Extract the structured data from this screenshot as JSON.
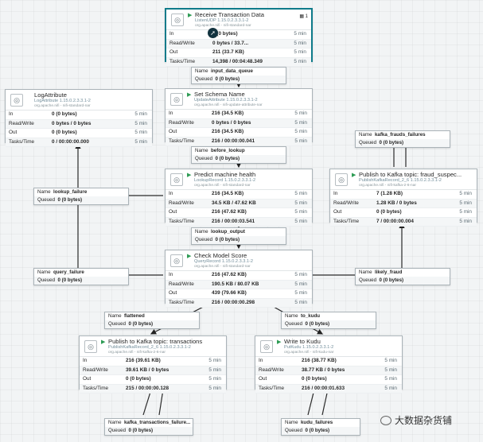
{
  "processors": {
    "receive": {
      "name": "Receive Transaction Data",
      "type": "ListenUDP 1.15.0.2.3.3.1-2",
      "bundle": "org.apache.nifi - nifi-standard-nar",
      "count": "1",
      "in": "0 (0 bytes)",
      "in_time": "5 min",
      "rw": "0 bytes / 33.7...",
      "rw_time": "5 min",
      "out": "211 (33.7 KB)",
      "out_time": "5 min",
      "tasks": "14,398 / 00:04:48.349",
      "tasks_time": "5 min"
    },
    "logattr": {
      "name": "LogAttribute",
      "type": "LogAttribute 1.15.0.2.3.3.1-2",
      "bundle": "org.apache.nifi - nifi-standard-nar",
      "in": "0 (0 bytes)",
      "in_time": "5 min",
      "rw": "0 bytes / 0 bytes",
      "rw_time": "5 min",
      "out": "0 (0 bytes)",
      "out_time": "5 min",
      "tasks": "0 / 00:00:00.000",
      "tasks_time": "5 min"
    },
    "schema": {
      "name": "Set Schema Name",
      "type": "UpdateAttribute 1.15.0.2.3.3.1-2",
      "bundle": "org.apache.nifi - nifi-update-attribute-nar",
      "in": "216 (34.5 KB)",
      "in_time": "5 min",
      "rw": "0 bytes / 0 bytes",
      "rw_time": "5 min",
      "out": "216 (34.5 KB)",
      "out_time": "5 min",
      "tasks": "216 / 00:00:00.041",
      "tasks_time": "5 min"
    },
    "predict": {
      "name": "Predict machine health",
      "type": "LookupRecord 1.15.0.2.3.3.1-2",
      "bundle": "org.apache.nifi - nifi-standard-nar",
      "in": "216 (34.5 KB)",
      "in_time": "5 min",
      "rw": "34.5 KB / 47.62 KB",
      "rw_time": "5 min",
      "out": "216 (47.62 KB)",
      "out_time": "5 min",
      "tasks": "216 / 00:00:03.541",
      "tasks_time": "5 min"
    },
    "fraud": {
      "name": "Publish to Kafka topic: fraud_suspec...",
      "type": "PublishKafkaRecord_2_6 1.15.0.2.3.3.1-2",
      "bundle": "org.apache.nifi - nifi-kafka-2-6-nar",
      "in": "7 (1.28 KB)",
      "in_time": "5 min",
      "rw": "1.28 KB / 0 bytes",
      "rw_time": "5 min",
      "out": "0 (0 bytes)",
      "out_time": "5 min",
      "tasks": "7 / 00:00:00.004",
      "tasks_time": "5 min"
    },
    "check": {
      "name": "Check Model Score",
      "type": "QueryRecord 1.15.0.2.3.3.1-2",
      "bundle": "org.apache.nifi - nifi-standard-nar",
      "in": "216 (47.62 KB)",
      "in_time": "5 min",
      "rw": "190.5 KB / 80.07 KB",
      "rw_time": "5 min",
      "out": "439 (79.66 KB)",
      "out_time": "5 min",
      "tasks": "216 / 00:00:00.298",
      "tasks_time": "5 min"
    },
    "kafka_tx": {
      "name": "Publish to Kafka topic: transactions",
      "type": "PublishKafkaRecord_2_6 1.15.0.2.3.3.1-2",
      "bundle": "org.apache.nifi - nifi-kafka-2-6-nar",
      "in": "216 (39.61 KB)",
      "in_time": "5 min",
      "rw": "39.61 KB / 0 bytes",
      "rw_time": "5 min",
      "out": "0 (0 bytes)",
      "out_time": "5 min",
      "tasks": "215 / 00:00:00.128",
      "tasks_time": "5 min"
    },
    "kudu": {
      "name": "Write to Kudu",
      "type": "PutKudu 1.15.0.2.3.3.1-2",
      "bundle": "org.apache.nifi - nifi-kudu-nar",
      "in": "216 (38.77 KB)",
      "in_time": "5 min",
      "rw": "38.77 KB / 0 bytes",
      "rw_time": "5 min",
      "out": "0 (0 bytes)",
      "out_time": "5 min",
      "tasks": "216 / 00:00:01.633",
      "tasks_time": "5 min"
    }
  },
  "row_labels": {
    "in": "In",
    "rw": "Read/Write",
    "out": "Out",
    "tasks": "Tasks/Time"
  },
  "conn_labels": {
    "name": "Name",
    "queued": "Queued"
  },
  "connections": {
    "input_data_queue": {
      "name": "input_data_queue",
      "queued": "0 (0 bytes)"
    },
    "before_lookup": {
      "name": "before_lookup",
      "queued": "0 (0 bytes)"
    },
    "lookup_output": {
      "name": "lookup_output",
      "queued": "0 (0 bytes)"
    },
    "lookup_failure": {
      "name": "lookup_failure",
      "queued": "0 (0 bytes)"
    },
    "query_failure": {
      "name": "query_failure",
      "queued": "0 (0 bytes)"
    },
    "kafka_frauds_failures": {
      "name": "kafka_frauds_failures",
      "queued": "0 (0 bytes)"
    },
    "likely_fraud": {
      "name": "likely_fraud",
      "queued": "0 (0 bytes)"
    },
    "flattened": {
      "name": "flattened",
      "queued": "0 (0 bytes)"
    },
    "to_kudu": {
      "name": "to_kudu",
      "queued": "0 (0 bytes)"
    },
    "kafka_transactions_failure": {
      "name": "kafka_transactions_failure...",
      "queued": "0 (0 bytes)"
    },
    "kudu_failures": {
      "name": "kudu_failures",
      "queued": "0 (0 bytes)"
    }
  },
  "watermark": "大数据杂货铺",
  "icons": {
    "processor": "processor-icon",
    "run": "running-triangle-icon"
  },
  "colors": {
    "running": "#2d9b54",
    "selected_border": "#0f7b8a"
  }
}
